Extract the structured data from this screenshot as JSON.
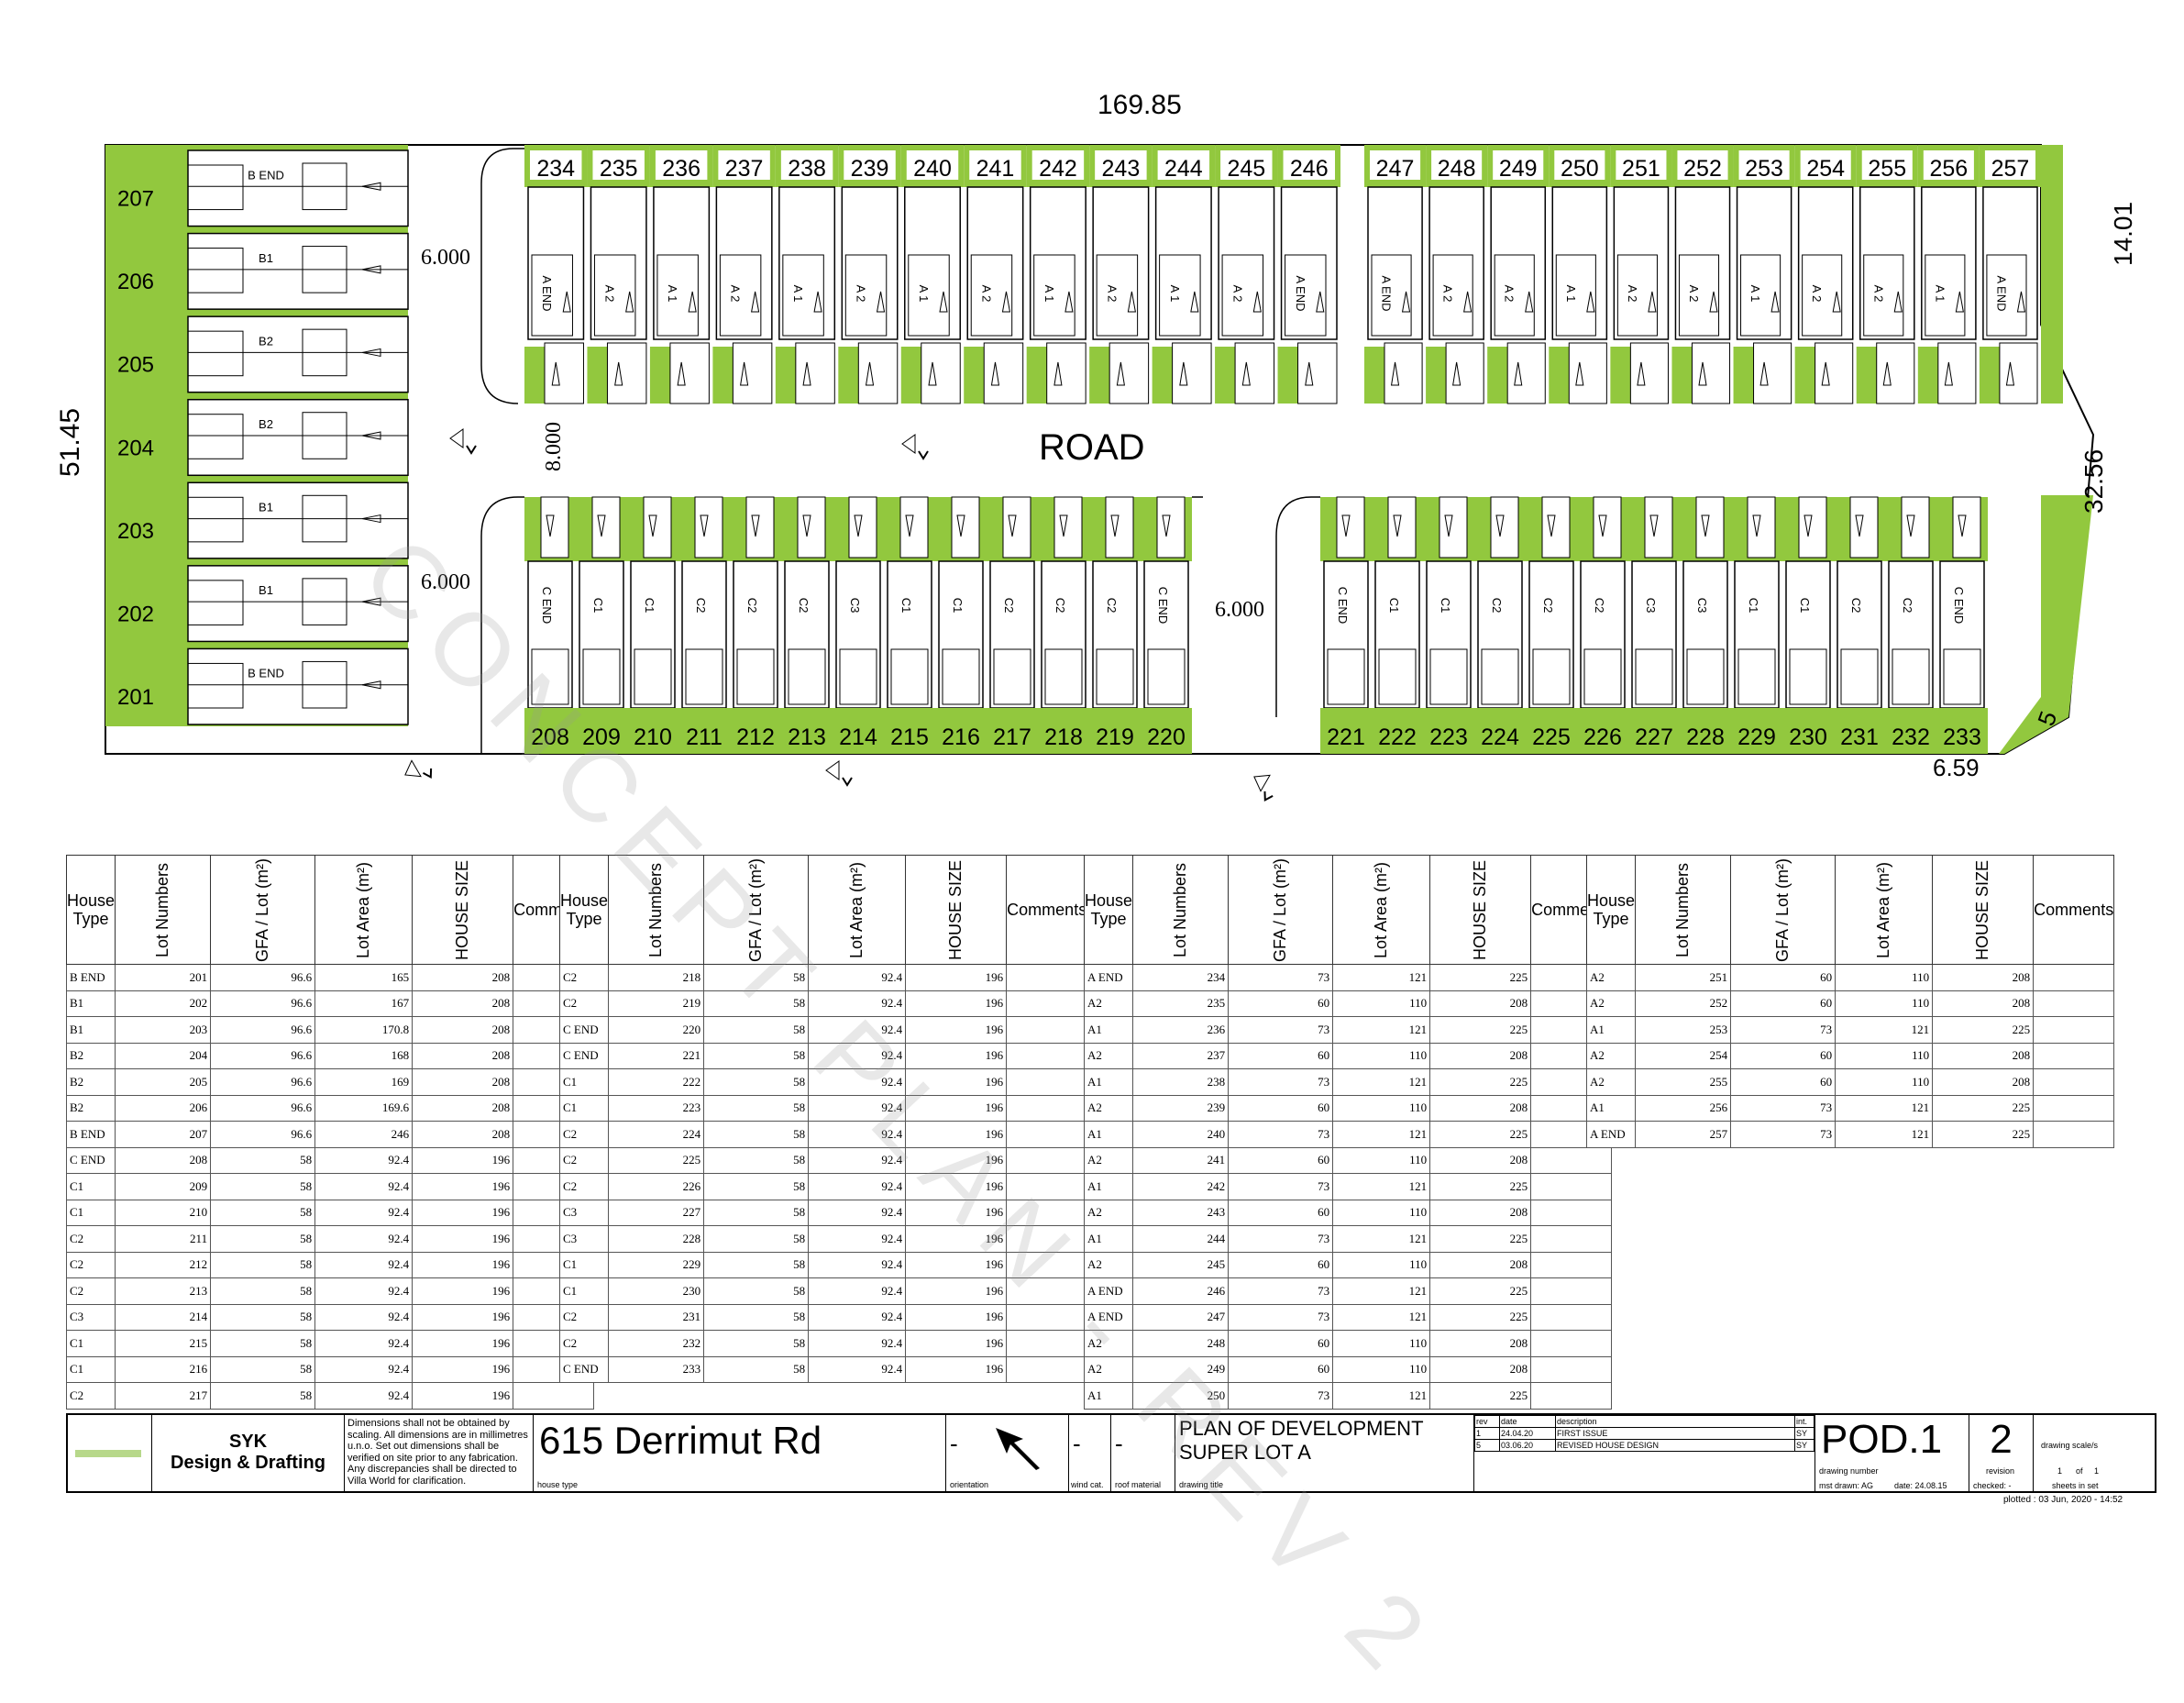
{
  "overall_dims": {
    "top": "169.85",
    "left": "51.45",
    "right_upper": "14.01",
    "right_lower": "32.56",
    "corner_a": "5",
    "corner_b": "6.59"
  },
  "road": {
    "label": "ROAD",
    "width_main": "6.000",
    "width_mid": "8.000",
    "width_lower_left": "6.000",
    "width_lower_mid": "6.000"
  },
  "watermark": "CONCEPT PLAN - REV 2",
  "lots": {
    "left_column": [
      "207",
      "206",
      "205",
      "204",
      "203",
      "202",
      "201"
    ],
    "left_types": [
      "B END",
      "B1",
      "B2",
      "B2",
      "B1",
      "B1",
      "B END"
    ],
    "top_row_a": [
      "234",
      "235",
      "236",
      "237",
      "238",
      "239",
      "240",
      "241",
      "242",
      "243",
      "244",
      "245",
      "246"
    ],
    "top_row_a_types": [
      "A END",
      "A 2",
      "A 1",
      "A 2",
      "A 1",
      "A 2",
      "A 1",
      "A 2",
      "A 1",
      "A 2",
      "A 1",
      "A 2",
      "A END"
    ],
    "top_row_b": [
      "247",
      "248",
      "249",
      "250",
      "251",
      "252",
      "253",
      "254",
      "255",
      "256",
      "257"
    ],
    "top_row_b_types": [
      "A END",
      "A 2",
      "A 2",
      "A 1",
      "A 2",
      "A 2",
      "A 1",
      "A 2",
      "A 2",
      "A 1",
      "A END"
    ],
    "bottom_row_a": [
      "208",
      "209",
      "210",
      "211",
      "212",
      "213",
      "214",
      "215",
      "216",
      "217",
      "218",
      "219",
      "220"
    ],
    "bottom_row_a_types": [
      "C END",
      "C1",
      "C1",
      "C2",
      "C2",
      "C2",
      "C3",
      "C1",
      "C1",
      "C2",
      "C2",
      "C2",
      "C END"
    ],
    "bottom_row_b": [
      "221",
      "222",
      "223",
      "224",
      "225",
      "226",
      "227",
      "228",
      "229",
      "230",
      "231",
      "232",
      "233"
    ],
    "bottom_row_b_types": [
      "C END",
      "C1",
      "C1",
      "C2",
      "C2",
      "C2",
      "C3",
      "C3",
      "C1",
      "C1",
      "C2",
      "C2",
      "C END"
    ]
  },
  "table_headers": {
    "house_type": "House Type",
    "lot_numbers": "Lot Numbers",
    "gfa": "GFA / Lot (m²)",
    "lot_area": "Lot Area (m²)",
    "house_size": "HOUSE SIZE",
    "comments": "Comments"
  },
  "tables": [
    {
      "rows": [
        [
          "B END",
          "201",
          "96.6",
          "165",
          "208"
        ],
        [
          "B1",
          "202",
          "96.6",
          "167",
          "208"
        ],
        [
          "B1",
          "203",
          "96.6",
          "170.8",
          "208"
        ],
        [
          "B2",
          "204",
          "96.6",
          "168",
          "208"
        ],
        [
          "B2",
          "205",
          "96.6",
          "169",
          "208"
        ],
        [
          "B2",
          "206",
          "96.6",
          "169.6",
          "208"
        ],
        [
          "B END",
          "207",
          "96.6",
          "246",
          "208"
        ],
        [
          "C END",
          "208",
          "58",
          "92.4",
          "196"
        ],
        [
          "C1",
          "209",
          "58",
          "92.4",
          "196"
        ],
        [
          "C1",
          "210",
          "58",
          "92.4",
          "196"
        ],
        [
          "C2",
          "211",
          "58",
          "92.4",
          "196"
        ],
        [
          "C2",
          "212",
          "58",
          "92.4",
          "196"
        ],
        [
          "C2",
          "213",
          "58",
          "92.4",
          "196"
        ],
        [
          "C3",
          "214",
          "58",
          "92.4",
          "196"
        ],
        [
          "C1",
          "215",
          "58",
          "92.4",
          "196"
        ],
        [
          "C1",
          "216",
          "58",
          "92.4",
          "196"
        ],
        [
          "C2",
          "217",
          "58",
          "92.4",
          "196"
        ]
      ]
    },
    {
      "rows": [
        [
          "C2",
          "218",
          "58",
          "92.4",
          "196"
        ],
        [
          "C2",
          "219",
          "58",
          "92.4",
          "196"
        ],
        [
          "C END",
          "220",
          "58",
          "92.4",
          "196"
        ],
        [
          "C END",
          "221",
          "58",
          "92.4",
          "196"
        ],
        [
          "C1",
          "222",
          "58",
          "92.4",
          "196"
        ],
        [
          "C1",
          "223",
          "58",
          "92.4",
          "196"
        ],
        [
          "C2",
          "224",
          "58",
          "92.4",
          "196"
        ],
        [
          "C2",
          "225",
          "58",
          "92.4",
          "196"
        ],
        [
          "C2",
          "226",
          "58",
          "92.4",
          "196"
        ],
        [
          "C3",
          "227",
          "58",
          "92.4",
          "196"
        ],
        [
          "C3",
          "228",
          "58",
          "92.4",
          "196"
        ],
        [
          "C1",
          "229",
          "58",
          "92.4",
          "196"
        ],
        [
          "C1",
          "230",
          "58",
          "92.4",
          "196"
        ],
        [
          "C2",
          "231",
          "58",
          "92.4",
          "196"
        ],
        [
          "C2",
          "232",
          "58",
          "92.4",
          "196"
        ],
        [
          "C END",
          "233",
          "58",
          "92.4",
          "196"
        ]
      ]
    },
    {
      "rows": [
        [
          "A END",
          "234",
          "73",
          "121",
          "225"
        ],
        [
          "A2",
          "235",
          "60",
          "110",
          "208"
        ],
        [
          "A1",
          "236",
          "73",
          "121",
          "225"
        ],
        [
          "A2",
          "237",
          "60",
          "110",
          "208"
        ],
        [
          "A1",
          "238",
          "73",
          "121",
          "225"
        ],
        [
          "A2",
          "239",
          "60",
          "110",
          "208"
        ],
        [
          "A1",
          "240",
          "73",
          "121",
          "225"
        ],
        [
          "A2",
          "241",
          "60",
          "110",
          "208"
        ],
        [
          "A1",
          "242",
          "73",
          "121",
          "225"
        ],
        [
          "A2",
          "243",
          "60",
          "110",
          "208"
        ],
        [
          "A1",
          "244",
          "73",
          "121",
          "225"
        ],
        [
          "A2",
          "245",
          "60",
          "110",
          "208"
        ],
        [
          "A END",
          "246",
          "73",
          "121",
          "225"
        ],
        [
          "A END",
          "247",
          "73",
          "121",
          "225"
        ],
        [
          "A2",
          "248",
          "60",
          "110",
          "208"
        ],
        [
          "A2",
          "249",
          "60",
          "110",
          "208"
        ],
        [
          "A1",
          "250",
          "73",
          "121",
          "225"
        ]
      ]
    },
    {
      "rows": [
        [
          "A2",
          "251",
          "60",
          "110",
          "208"
        ],
        [
          "A2",
          "252",
          "60",
          "110",
          "208"
        ],
        [
          "A1",
          "253",
          "73",
          "121",
          "225"
        ],
        [
          "A2",
          "254",
          "60",
          "110",
          "208"
        ],
        [
          "A2",
          "255",
          "60",
          "110",
          "208"
        ],
        [
          "A1",
          "256",
          "73",
          "121",
          "225"
        ],
        [
          "A END",
          "257",
          "73",
          "121",
          "225"
        ]
      ]
    }
  ],
  "title_block": {
    "company": "SYK",
    "company_sub": "Design & Drafting",
    "disclaimer": "Dimensions shall not be obtained by scaling. All dimensions are in millimetres u.n.o. Set out dimensions shall be verified on site prior to any fabrication. Any discrepancies shall be directed to Villa World for clarification.",
    "project": "615 Derrimut Rd",
    "house_type_label": "house type",
    "orientation_value": "-",
    "orientation_label": "orientation",
    "wind_value": "-",
    "wind_label": "wind cat.",
    "roof_value": "-",
    "roof_label": "roof material",
    "drawing_title_1": "PLAN OF DEVELOPMENT",
    "drawing_title_2": "SUPER LOT A",
    "drawing_title_label": "drawing title",
    "rev_headers": [
      "rev",
      "date",
      "description",
      "int."
    ],
    "revisions": [
      [
        "1",
        "24.04.20",
        "FIRST ISSUE",
        "SY"
      ],
      [
        "5",
        "03.06.20",
        "REVISED HOUSE DESIGN",
        "SY"
      ]
    ],
    "drawing_number": "POD.1",
    "drawing_number_label": "drawing number",
    "revision": "2",
    "revision_label": "revision",
    "scale_label": "drawing scale/s",
    "sheet_a": "1",
    "sheet_of": "of",
    "sheet_b": "1",
    "sheets_label": "sheets in set",
    "mst_drawn": "mst drawn: AG",
    "date_field": "date: 24.08.15",
    "checked": "checked: -",
    "plotted": "plotted : 03 Jun, 2020 - 14:52"
  },
  "colors": {
    "green": "#92c83e",
    "line": "#000000",
    "watermark": "#bdbdbd"
  }
}
